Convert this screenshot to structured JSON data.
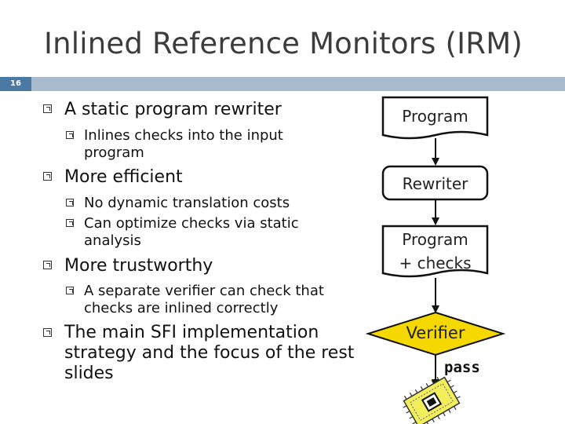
{
  "slide": {
    "title": "Inlined Reference Monitors (IRM)",
    "number": "16"
  },
  "bullets": [
    {
      "text": "A static program rewriter",
      "subs": [
        "Inlines checks into the input",
        "program"
      ]
    },
    {
      "text": "More efficient",
      "subs": [
        "No dynamic translation costs",
        "Can optimize checks via static",
        "analysis"
      ]
    },
    {
      "text": "More trustworthy",
      "subs": [
        "A separate verifier can check that",
        "checks are inlined correctly"
      ]
    },
    {
      "text_lines": [
        "The main SFI implementation",
        "strategy and the focus of the rest",
        "slides"
      ]
    }
  ],
  "flow": {
    "program": "Program",
    "rewriter": "Rewriter",
    "program_checks_line1": "Program",
    "program_checks_line2": "+ checks",
    "verifier": "Verifier",
    "pass": "pass"
  },
  "colors": {
    "title": "#3c3c3c",
    "slide_bar": "#a9bccd",
    "slide_number_bg": "#4a79a3",
    "verifier_fill": "#f5d800",
    "chip_fill": "#f3ef5a"
  },
  "icons": [
    "hollow-square-bullet-icon",
    "microchip-icon"
  ]
}
